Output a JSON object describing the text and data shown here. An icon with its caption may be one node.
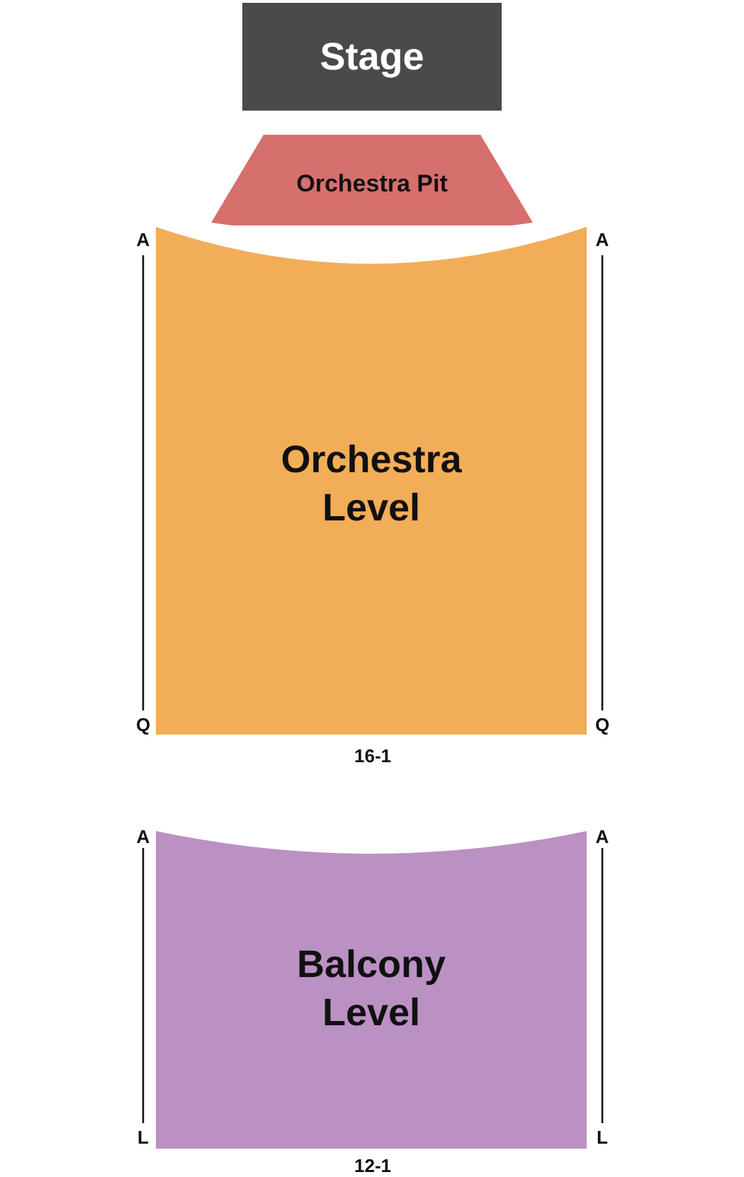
{
  "diagram": {
    "nodes": [
      {
        "text": [
          "Stage"
        ]
      },
      {
        "text": [
          "Orchestra Pit"
        ]
      },
      {
        "text": [
          "Orchestra Level"
        ]
      },
      {
        "text": [
          "Balcony Level"
        ]
      }
    ],
    "labels": [
      "A",
      "A",
      "Q",
      "Q",
      "16-1",
      "A",
      "A",
      "L",
      "L",
      "12-1"
    ]
  }
}
